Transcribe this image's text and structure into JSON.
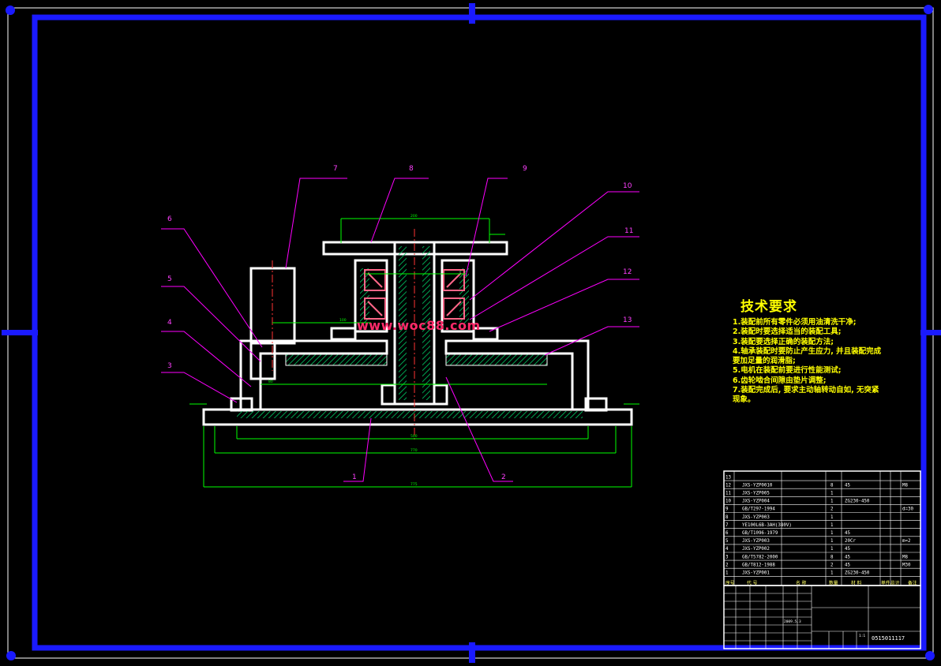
{
  "drawing": {
    "part_labels": [
      "1",
      "2",
      "3",
      "4",
      "5",
      "6",
      "7",
      "8",
      "9",
      "10",
      "11",
      "12",
      "13"
    ],
    "watermark": "www.woc88.com",
    "colors": {
      "background": "#000000",
      "frame": "#1a1aff",
      "outline": "#ffffff",
      "leader": "#ff00ff",
      "dimension": "#00ff00",
      "centerline": "#ff3333",
      "text": "#ffff00"
    }
  },
  "tech_requirements": {
    "title": "技术要求",
    "lines": [
      "1.装配前所有零件必须用油清洗干净;",
      "2.装配时要选择适当的装配工具;",
      "3.装配要选择正确的装配方法;",
      "4.轴承装配时要防止产生应力, 并且装配完成",
      "要加足量的润滑脂;",
      "5.电机在装配前要进行性能测试;",
      "6.齿轮啮合间隙由垫片调整;",
      "7.装配完成后, 要求主动轴转动自如, 无突紧",
      "现象。"
    ]
  },
  "parts_list": {
    "headers": [
      "序号",
      "代  号",
      "名  称",
      "数量",
      "材  料",
      "单件",
      "总计",
      "备注"
    ],
    "rows": [
      {
        "no": "13",
        "code": "",
        "name": "",
        "qty": "",
        "material": "",
        "note": ""
      },
      {
        "no": "12",
        "code": "JXS-YZP0010",
        "name": "",
        "qty": "8",
        "material": "45",
        "note": "M8"
      },
      {
        "no": "11",
        "code": "JXS-YZP005",
        "name": "",
        "qty": "1",
        "material": "",
        "note": ""
      },
      {
        "no": "10",
        "code": "JXS-YZP004",
        "name": "",
        "qty": "1",
        "material": "ZG230-450",
        "note": ""
      },
      {
        "no": "9",
        "code": "GB/T297-1994",
        "name": "",
        "qty": "2",
        "material": "",
        "note": "d=30"
      },
      {
        "no": "8",
        "code": "JXS-YZP003",
        "name": "",
        "qty": "1",
        "material": "",
        "note": ""
      },
      {
        "no": "7",
        "code": "YE100L6B-3AH(380V)",
        "name": "",
        "qty": "1",
        "material": "",
        "note": ""
      },
      {
        "no": "6",
        "code": "GB/T1096-1979",
        "name": "",
        "qty": "1",
        "material": "45",
        "note": ""
      },
      {
        "no": "5",
        "code": "JXS-YZP003",
        "name": "",
        "qty": "1",
        "material": "20Cr",
        "note": "m=2"
      },
      {
        "no": "4",
        "code": "JXS-YZP002",
        "name": "",
        "qty": "1",
        "material": "45",
        "note": ""
      },
      {
        "no": "3",
        "code": "GB/T5782-2000",
        "name": "",
        "qty": "8",
        "material": "45",
        "note": "M8"
      },
      {
        "no": "2",
        "code": "GB/T812-1988",
        "name": "",
        "qty": "2",
        "material": "45",
        "note": "M30"
      },
      {
        "no": "1",
        "code": "JXS-YZP001",
        "name": "",
        "qty": "1",
        "material": "ZG230-450",
        "note": ""
      }
    ]
  },
  "title_block": {
    "drawing_name": "",
    "school": "",
    "drawing_no": "0515011117",
    "date": "2009.5.3",
    "scale": "1:1"
  }
}
